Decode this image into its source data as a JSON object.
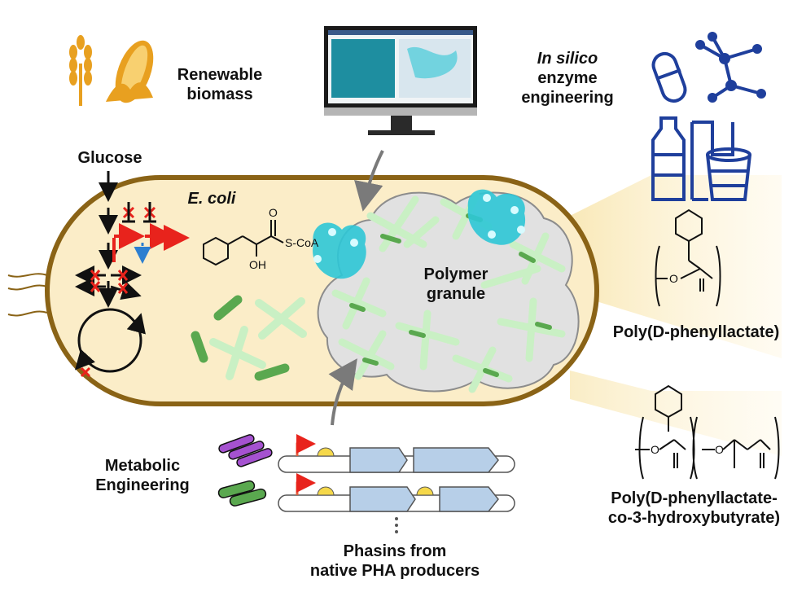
{
  "labels": {
    "biomass_line1": "Renewable",
    "biomass_line2": "biomass",
    "insilico_line1": "In silico",
    "insilico_line2": "enzyme",
    "insilico_line3": "engineering",
    "glucose": "Glucose",
    "ecoli": "E. coli",
    "granule_line1": "Polymer",
    "granule_line2": "granule",
    "metabolic_line1": "Metabolic",
    "metabolic_line2": "Engineering",
    "phasins_line1": "Phasins from",
    "phasins_line2": "native PHA producers",
    "polymer1": "Poly(D-phenyllactate)",
    "polymer2_line1": "Poly(D-phenyllactate-",
    "polymer2_line2": "co-3-hydroxybutyrate)",
    "chem_oh": "OH",
    "chem_scoa": "S-CoA",
    "chem_o": "O",
    "chem_o2": "O"
  },
  "colors": {
    "cell_fill": "#fbedc8",
    "cell_border": "#8a6316",
    "granule": "#e1e1e1",
    "phasin_light": "#c9f0c4",
    "phasin_dark": "#5aa84f",
    "enzyme": "#2ec6d6",
    "wheat": "#e8a020",
    "plastic_blue": "#1f3f9c",
    "pathway_red": "#e8231c",
    "gene_blue": "#b7cfe8"
  },
  "icons": [
    "wheat-icon",
    "corn-icon",
    "monitor-icon",
    "pill-molecule-icon",
    "bottles-icon",
    "cup-icon"
  ]
}
